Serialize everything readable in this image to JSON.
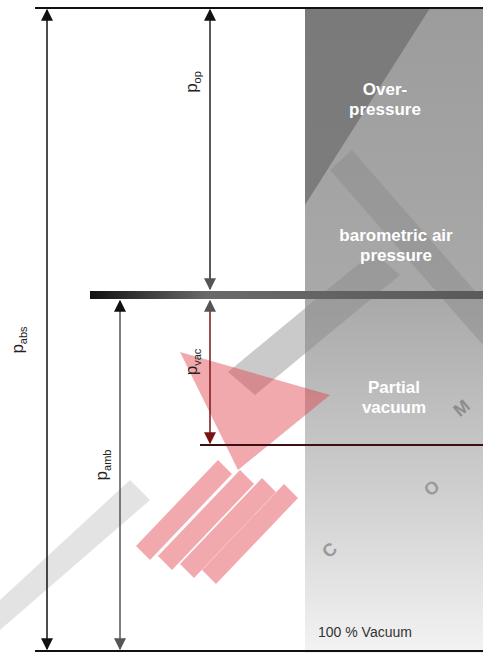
{
  "diagram": {
    "labels": [
      "p",
      "op",
      "Over- pressure",
      "barometric air pressure",
      "p",
      "vac",
      "Partial vacuum",
      "p",
      "abs",
      "p",
      "amb",
      "M",
      "O",
      "C",
      "100 % Vacuum"
    ]
  }
}
